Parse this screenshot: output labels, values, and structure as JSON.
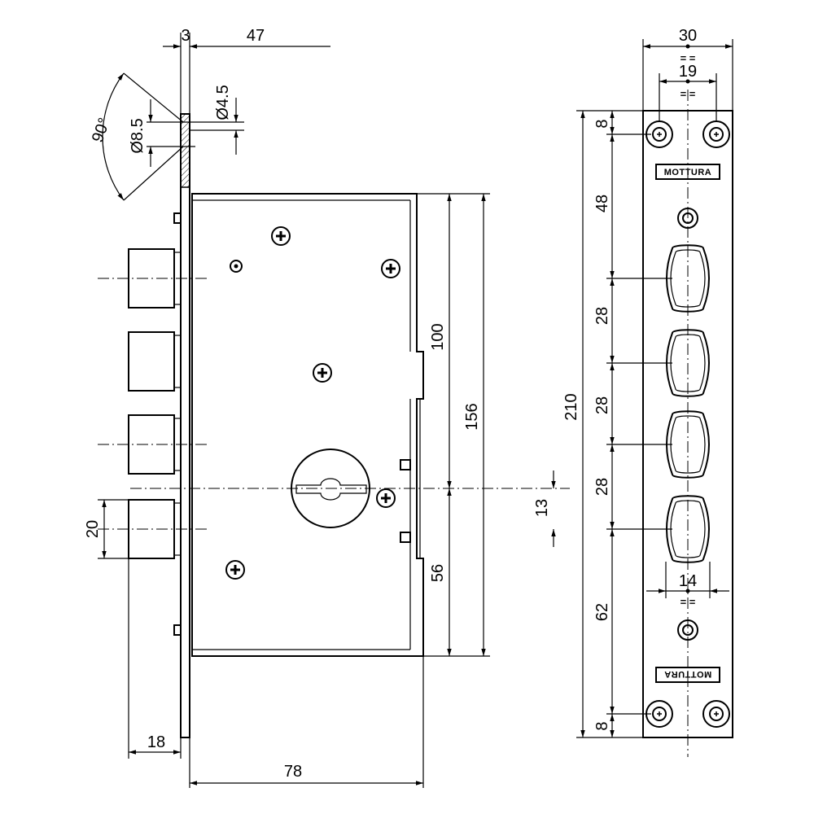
{
  "brand": "MOTTURA",
  "equal_mark": "= =",
  "dimensions": {
    "front_thickness": "3",
    "depth": "47",
    "angle": "90°",
    "hole_large": "Ø8.5",
    "hole_small": "Ø4.5",
    "bolt_height": "20",
    "backset_front": "18",
    "case_width": "78",
    "upper_height": "100",
    "case_height": "156",
    "lower_height": "56",
    "offset": "13",
    "plate_width": "30",
    "hole_spacing": "19",
    "bolt_width": "14",
    "plate_length": "210",
    "top_margin": "8",
    "first_gap": "48",
    "bolt_pitch_1": "28",
    "bolt_pitch_2": "28",
    "bolt_pitch_3": "28",
    "lower_gap": "62",
    "bottom_margin": "8"
  }
}
